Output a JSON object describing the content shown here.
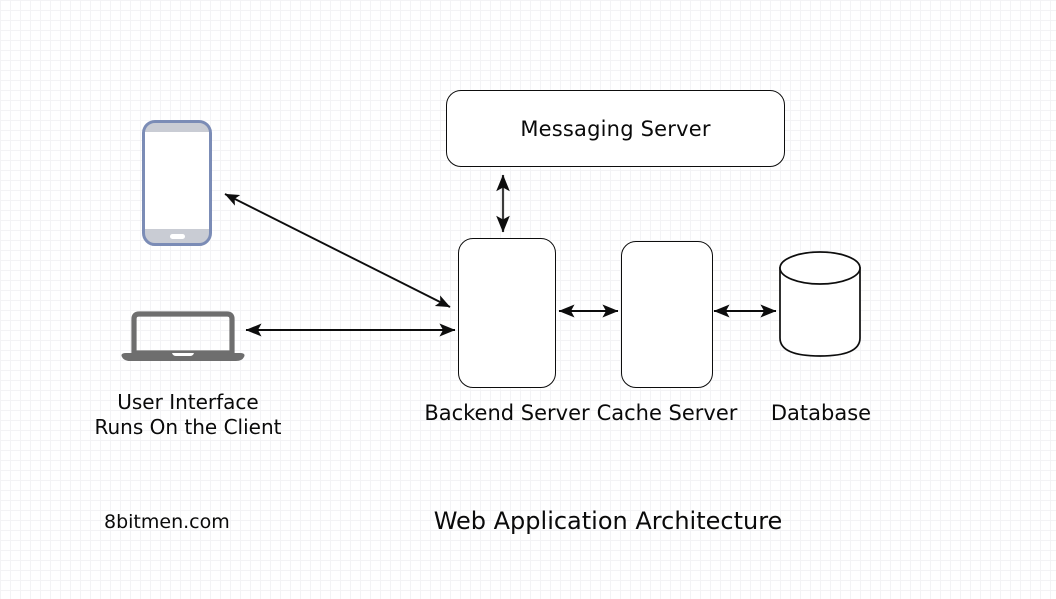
{
  "diagram": {
    "title": "Web Application Architecture",
    "brand": "8bitmen.com",
    "background": "#ffffff",
    "stroke_color": "#0d0d0d",
    "device_gray": "#6e6e6e",
    "phone_border": "#7b8cb6",
    "phone_bezel": "#c9ccd4",
    "grid_minor_color": "#f3f3f5",
    "grid_major_color": "#e2e2e6"
  },
  "nodes": {
    "messaging_server": {
      "label": "Messaging Server",
      "shape": "rounded-rect"
    },
    "backend_server": {
      "label": "Backend Server",
      "shape": "rounded-rect"
    },
    "cache_server": {
      "label": "Cache Server",
      "shape": "rounded-rect"
    },
    "database": {
      "label": "Database",
      "shape": "cylinder"
    },
    "phone": {
      "label": "",
      "shape": "smartphone"
    },
    "laptop": {
      "label": "",
      "shape": "laptop"
    }
  },
  "captions": {
    "client_line1": "User Interface",
    "client_line2": "Runs On the Client"
  },
  "connectors": [
    {
      "name": "messaging-to-backend",
      "from": "messaging_server",
      "to": "backend_server",
      "direction": "bidirectional",
      "orientation": "vertical"
    },
    {
      "name": "phone-to-backend",
      "from": "phone",
      "to": "backend_server",
      "direction": "bidirectional",
      "orientation": "diagonal"
    },
    {
      "name": "laptop-to-backend",
      "from": "laptop",
      "to": "backend_server",
      "direction": "bidirectional",
      "orientation": "horizontal"
    },
    {
      "name": "backend-to-cache",
      "from": "backend_server",
      "to": "cache_server",
      "direction": "bidirectional",
      "orientation": "horizontal"
    },
    {
      "name": "cache-to-database",
      "from": "cache_server",
      "to": "database",
      "direction": "bidirectional",
      "orientation": "horizontal"
    }
  ]
}
